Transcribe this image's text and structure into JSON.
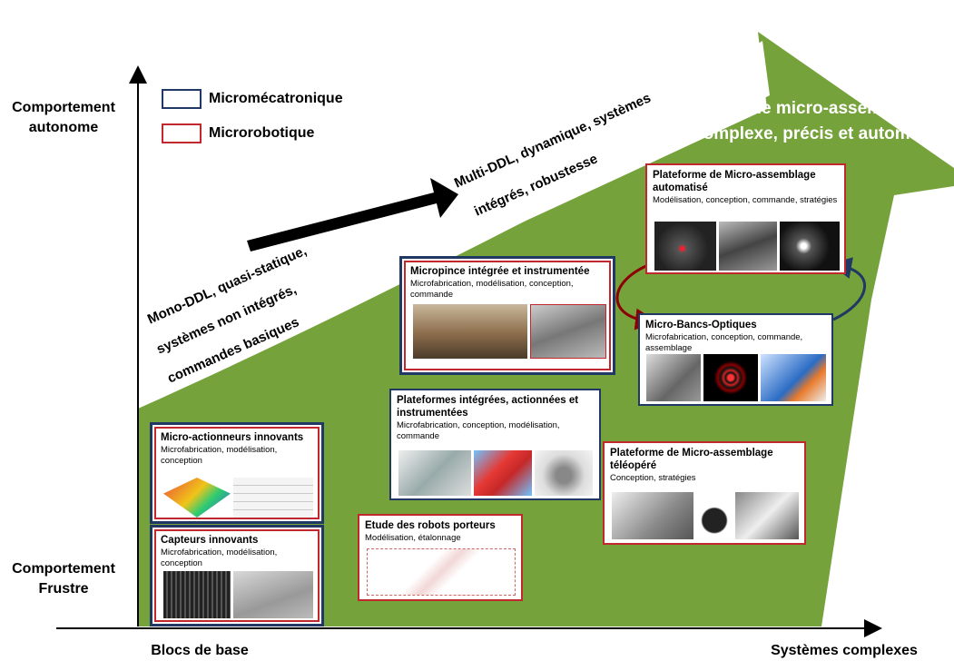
{
  "axes": {
    "y_top_label": "Comportement autonome",
    "y_bottom_label": "Comportement Frustre",
    "x_left_label": "Blocs de base",
    "x_right_label": "Systèmes complexes"
  },
  "legend": {
    "items": [
      {
        "label": "Micromécatronique",
        "color": "#1f3864"
      },
      {
        "label": "Microrobotique",
        "color": "#c0282e"
      }
    ]
  },
  "colors": {
    "green_area": "#76a23b",
    "arrow_band": "#ffffff",
    "progress_arrow": "#000000"
  },
  "band_text": {
    "left": [
      "Mono-DDL, quasi-statique,",
      "systèmes non intégrés,",
      "commandes basiques"
    ],
    "right": [
      "Multi-DDL, dynamique, systèmes",
      "intégrés, robustesse"
    ]
  },
  "goal": [
    "Vers le micro-assemblage",
    "complexe, précis et automatisé"
  ],
  "cards": {
    "micro_actionneurs": {
      "title": "Micro-actionneurs innovants",
      "subtitle": "Microfabrication, modélisation, conception"
    },
    "capteurs": {
      "title": "Capteurs innovants",
      "subtitle": "Microfabrication, modélisation, conception"
    },
    "robots_porteurs": {
      "title": "Etude des robots porteurs",
      "subtitle": "Modélisation, étalonnage"
    },
    "plateformes_integrees": {
      "title": "Plateformes intégrées, actionnées et instrumentées",
      "subtitle": "Microfabrication, conception, modélisation, commande"
    },
    "micropince": {
      "title": "Micropince intégrée et instrumentée",
      "subtitle": "Microfabrication, modélisation, conception, commande"
    },
    "teleopere": {
      "title": "Plateforme de Micro-assemblage téléopéré",
      "subtitle": "Conception, stratégies"
    },
    "bancs_optiques": {
      "title": "Micro-Bancs-Optiques",
      "subtitle": "Microfabrication, conception, commande, assemblage"
    },
    "automatise": {
      "title": "Plateforme de Micro-assemblage automatisé",
      "subtitle": "Modélisation, conception, commande, stratégies"
    }
  }
}
